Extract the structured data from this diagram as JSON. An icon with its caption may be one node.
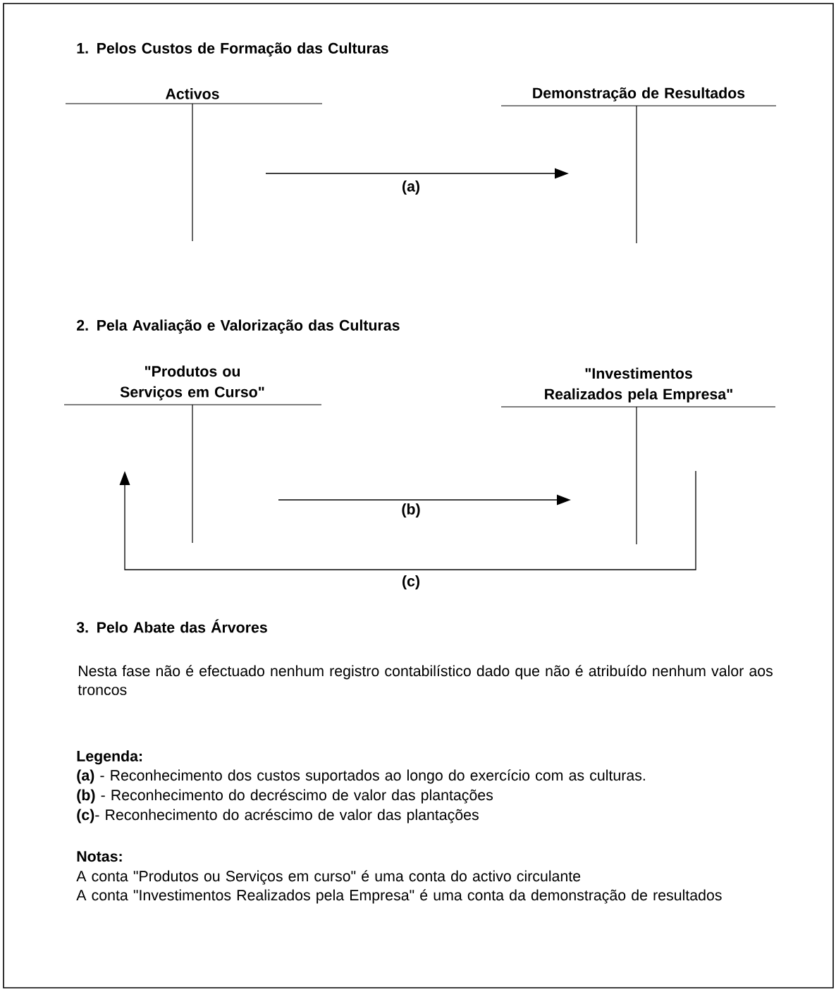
{
  "diagram": {
    "nodes": [
      {
        "text": [
          "Activos"
        ]
      },
      {
        "text": [
          "Demonstração de Resultados"
        ]
      },
      {
        "text": [
          "\"Produtos ou Serviços em Curso\""
        ]
      },
      {
        "text": [
          "\"Investimentos Realizados pela Empresa\""
        ]
      }
    ],
    "edges": [
      {
        "from": 0,
        "to": 1,
        "arrow": "to",
        "label": "(a)"
      },
      {
        "from": 2,
        "to": 3,
        "arrow": "to",
        "label": "(b)"
      },
      {
        "from": 3,
        "to": 2,
        "arrow": "to",
        "label": "(c)"
      }
    ],
    "labels": [
      "1. Pelos Custos de Formação das Culturas",
      "2. Pela Avaliação e Valorização das Culturas",
      "3. Pelo Abate das Árvores",
      "Nesta fase não é efectuado nenhum registro contabilístico dado que não é atribuído nenhum valor aos troncos",
      "Legenda:",
      "**(a)** - Reconhecimento dos custos suportados ao longo do exercício com as culturas.",
      "**(b)** - Reconhecimento do decréscimo de valor das plantações",
      "**(c)**- Reconhecimento do acréscimo de valor das plantações",
      "Notas:",
      "A conta \"Produtos ou Serviços em curso\" é uma conta do activo circulante",
      "A conta \"Investimentos Realizados pela Empresa\" é uma conta da demonstração de resultados"
    ]
  }
}
